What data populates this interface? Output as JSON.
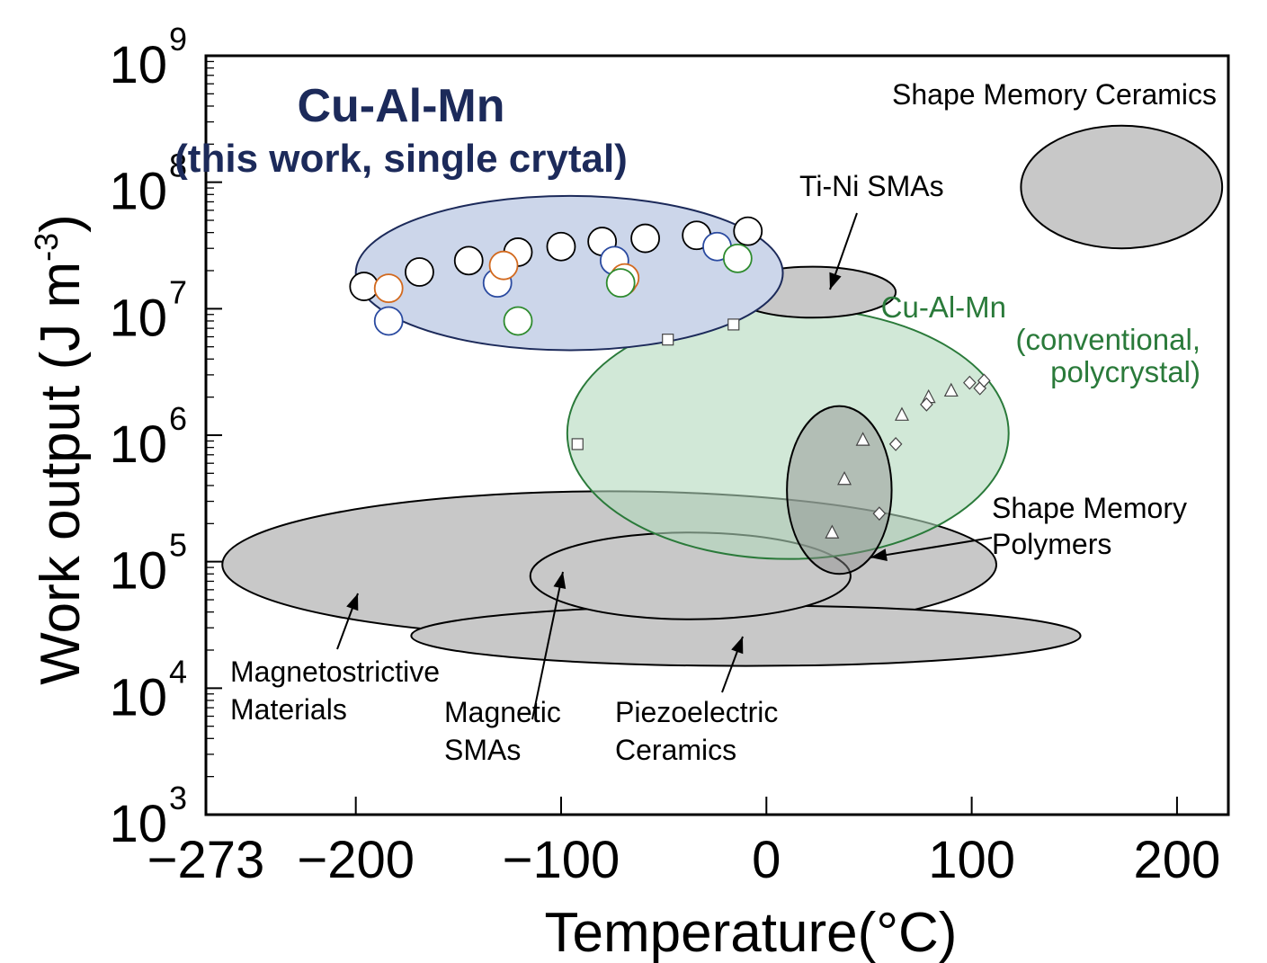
{
  "chart_data": {
    "type": "scatter",
    "xlabel": "Temperature (°C)",
    "ylabel": "Work output (J m-3)",
    "xlim": [
      -273,
      225
    ],
    "ylim": [
      1000,
      1000000000
    ],
    "log_y": true,
    "grid": false,
    "x_ticks": [
      -273,
      -200,
      -100,
      0,
      100,
      200
    ],
    "x_tick_labels": [
      "−273",
      "−200",
      "−100",
      "0",
      "100",
      "200"
    ],
    "y_ticks": [
      {
        "value": 1000,
        "base": "10",
        "exp": "3"
      },
      {
        "value": 10000,
        "base": "10",
        "exp": "4"
      },
      {
        "value": 100000,
        "base": "10",
        "exp": "5"
      },
      {
        "value": 1000000,
        "base": "10",
        "exp": "6"
      },
      {
        "value": 10000000,
        "base": "10",
        "exp": "7"
      },
      {
        "value": 100000000,
        "base": "10",
        "exp": "8"
      },
      {
        "value": 1000000000,
        "base": "10",
        "exp": "9"
      }
    ],
    "regions": [
      {
        "label": "Magnetostrictive Materials",
        "fill": "#c8c8c8",
        "stroke": "#000000",
        "x": [
          -265,
          112
        ],
        "y": [
          25000,
          360000
        ]
      },
      {
        "label": "Piezoelectric Ceramics",
        "fill": "#c8c8c8",
        "stroke": "#000000",
        "x": [
          -173,
          153
        ],
        "y": [
          15000,
          45000
        ]
      },
      {
        "label": "Magnetic SMAs",
        "fill": "#c8c8c8",
        "stroke": "#000000",
        "x": [
          -115,
          41
        ],
        "y": [
          35000,
          170000
        ]
      },
      {
        "label": "Cu-Al-Mn (conventional, polycrystal)",
        "fill": "#b2d9bd",
        "stroke": "#2a7a3a",
        "x": [
          -97,
          118
        ],
        "y": [
          105000,
          10200000
        ],
        "opacity": 0.6
      },
      {
        "label": "Shape Memory Polymers",
        "fill": "#8c8c8c",
        "stroke": "#000000",
        "x": [
          10,
          61
        ],
        "y": [
          80000,
          1700000
        ],
        "opacity": 0.45
      },
      {
        "label": "Ti-Ni SMAs",
        "fill": "#c8c8c8",
        "stroke": "#000000",
        "x": [
          -18,
          63
        ],
        "y": [
          8500,
          21500
        ],
        "y_scale": 1000
      },
      {
        "label": "Cu-Al-Mn (this work, single crytal)",
        "fill": "#ccd6ea",
        "stroke": "#1c2a5a",
        "x": [
          -200,
          8
        ],
        "y": [
          4700000,
          78000000
        ]
      },
      {
        "label": "Shape Memory Ceramics",
        "fill": "#c8c8c8",
        "stroke": "#000000",
        "x": [
          124,
          222
        ],
        "y": [
          30000000,
          280000000
        ]
      }
    ],
    "series": [
      {
        "marker": "circle",
        "stroke": "#000000",
        "points": [
          [
            -196,
            15000000
          ],
          [
            -169,
            19500000
          ],
          [
            -145,
            24000000
          ],
          [
            -121,
            28000000
          ],
          [
            -100,
            31000000
          ],
          [
            -80,
            34000000
          ],
          [
            -59,
            36000000
          ],
          [
            -34,
            38000000
          ],
          [
            -9,
            41000000
          ]
        ]
      },
      {
        "marker": "circle",
        "stroke": "#2a4aa0",
        "points": [
          [
            -184,
            8000000
          ],
          [
            -131,
            16000000
          ],
          [
            -74,
            24000000
          ],
          [
            -24,
            31000000
          ]
        ]
      },
      {
        "marker": "circle",
        "stroke": "#d2691e",
        "points": [
          [
            -184,
            14500000
          ],
          [
            -128,
            22000000
          ],
          [
            -70,
            16500000
          ],
          [
            -69,
            17500000
          ]
        ]
      },
      {
        "marker": "circle",
        "stroke": "#2e8b2e",
        "points": [
          [
            -121,
            8000000
          ],
          [
            -71,
            16000000
          ],
          [
            -14,
            25000000
          ]
        ]
      },
      {
        "marker": "square",
        "stroke": "#444444",
        "points": [
          [
            -92,
            850000
          ],
          [
            -48,
            5700000
          ],
          [
            -16,
            7500000
          ]
        ]
      },
      {
        "marker": "triangle",
        "stroke": "#444444",
        "points": [
          [
            32,
            170000
          ],
          [
            38,
            450000
          ],
          [
            47,
            920000
          ],
          [
            66,
            1450000
          ],
          [
            79,
            2000000
          ],
          [
            90,
            2250000
          ]
        ]
      },
      {
        "marker": "diamond",
        "stroke": "#444444",
        "points": [
          [
            55,
            240000
          ],
          [
            63,
            850000
          ],
          [
            78,
            1750000
          ],
          [
            99,
            2600000
          ],
          [
            104,
            2350000
          ],
          [
            106,
            2700000
          ]
        ]
      }
    ],
    "annotations": [
      {
        "id": "cu-al-mn-title",
        "lines": [
          "Cu-Al-Mn",
          "(this work, single crytal)"
        ],
        "color": "#1c2a5a"
      },
      {
        "id": "cu-al-mn-conv",
        "lines": [
          "Cu-Al-Mn",
          "(conventional,",
          "polycrystal)"
        ],
        "color": "#2a7a3a"
      },
      {
        "id": "shape-memory-ceramics",
        "lines": [
          "Shape Memory Ceramics"
        ],
        "color": "#000000"
      },
      {
        "id": "ti-ni-smas",
        "lines": [
          "Ti-Ni SMAs"
        ],
        "color": "#000000"
      },
      {
        "id": "shape-memory-polymers",
        "lines": [
          "Shape Memory",
          "Polymers"
        ],
        "color": "#000000"
      },
      {
        "id": "magnetostrictive",
        "lines": [
          "Magnetostrictive",
          "Materials"
        ],
        "color": "#000000"
      },
      {
        "id": "magnetic-smas",
        "lines": [
          "Magnetic",
          "SMAs"
        ],
        "color": "#000000"
      },
      {
        "id": "piezoelectric",
        "lines": [
          "Piezoelectric",
          "Ceramics"
        ],
        "color": "#000000"
      }
    ],
    "axis_titles": {
      "x_main": "Temperature",
      "x_unit": "(°C)",
      "y_main": "Work output (J m",
      "y_exp": "-3",
      "y_close": ")"
    }
  }
}
